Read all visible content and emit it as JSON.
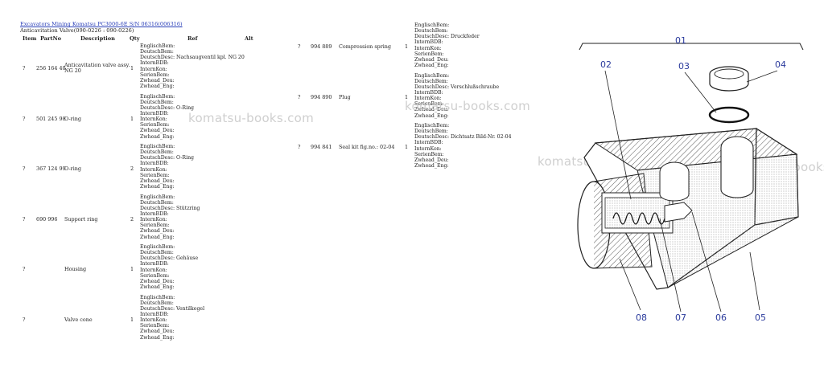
{
  "breadcrumb": "Excavators Mining Komatsu PC3000-6E S/N 06316(006316)",
  "subtitle": "Anticavitation Valve(090-0226 : 090-0226)",
  "columns": {
    "item": "Item",
    "partno": "PartNo",
    "description": "Description",
    "qty": "Qty",
    "ref": "Ref",
    "alt": "Alt"
  },
  "ref_labels": {
    "englisch": "EnglischBem:",
    "deutsch_bem": "DeutschBem:",
    "deutsch_desc": "DeutschDesc:",
    "intern_bdb": "InternBDB:",
    "intern_kon": "InternKon:",
    "serien": "SerienBem:",
    "zwhead_deu": "Zwhead_Deu:",
    "zwhead_eng": "Zwhead_Eng:"
  },
  "left_rows": [
    {
      "item": "?",
      "partno": "256 164 40",
      "description": "Anticavitation valve assy. NG 20",
      "qty": "1",
      "deutsch_desc": "Nachsaugventil kpl. NG 20"
    },
    {
      "item": "?",
      "partno": "501 245 98",
      "description": "O-ring",
      "qty": "1",
      "deutsch_desc": "O-Ring"
    },
    {
      "item": "?",
      "partno": "367 124 99",
      "description": "O-ring",
      "qty": "2",
      "deutsch_desc": "O-Ring"
    },
    {
      "item": "?",
      "partno": "690 996",
      "description": "Support ring",
      "qty": "2",
      "deutsch_desc": "Stützring"
    },
    {
      "item": "?",
      "partno": "",
      "description": "Housing",
      "qty": "1",
      "deutsch_desc": "Gehäuse"
    },
    {
      "item": "?",
      "partno": "",
      "description": "Valve cone",
      "qty": "1",
      "deutsch_desc": "Ventilkegel"
    }
  ],
  "right_rows": [
    {
      "item": "?",
      "partno": "994 889",
      "description": "Compression spring",
      "qty": "1",
      "deutsch_desc": "Druckfeder"
    },
    {
      "item": "?",
      "partno": "994 890",
      "description": "Plug",
      "qty": "1",
      "deutsch_desc": "Verschlußschraube"
    },
    {
      "item": "?",
      "partno": "994 841",
      "description": "Seal kit fig.no.: 02-04",
      "qty": "1",
      "deutsch_desc": "Dichtsatz Bild-Nr. 02-04"
    }
  ],
  "watermark": "komatsu-books.com",
  "diagram_callouts": [
    "01",
    "02",
    "03",
    "04",
    "05",
    "06",
    "07",
    "08"
  ],
  "colors": {
    "link": "#2a3fb8",
    "callout": "#2a3a9c",
    "watermark": "#cfcfcf"
  }
}
